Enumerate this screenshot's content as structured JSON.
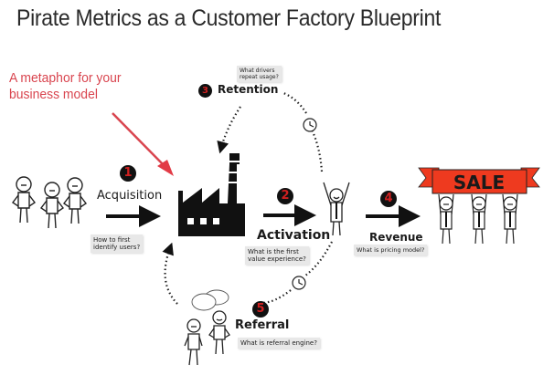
{
  "title": "Pirate Metrics as a Customer Factory Blueprint",
  "annotation": {
    "text_line1": "A metaphor for your",
    "text_line2": "business model",
    "color": "#d9454f"
  },
  "stages": [
    {
      "number": "1",
      "label": "Acquisition",
      "note_line1": "How to first",
      "note_line2": "identify users?"
    },
    {
      "number": "2",
      "label": "Activation",
      "note_line1": "What is the first",
      "note_line2": "value experience?"
    },
    {
      "number": "3",
      "label": "Retention",
      "note_line1": "What drivers",
      "note_line2": "repeat usage?"
    },
    {
      "number": "4",
      "label": "Revenue",
      "note_line1": "What is pricing model?"
    },
    {
      "number": "5",
      "label": "Referral",
      "note_line1": "What is referral engine?"
    }
  ],
  "sale_banner": {
    "text": "SALE",
    "color": "#ee3a1f"
  },
  "icons": [
    "stick-figure-group",
    "factory-icon",
    "clock-icon",
    "happy-user-icon",
    "sale-banner-icon",
    "speech-bubbles-icon"
  ],
  "colors": {
    "badge_number": "#d02020",
    "badge_bg": "#111111",
    "note_bg": "#e8e8e8"
  }
}
